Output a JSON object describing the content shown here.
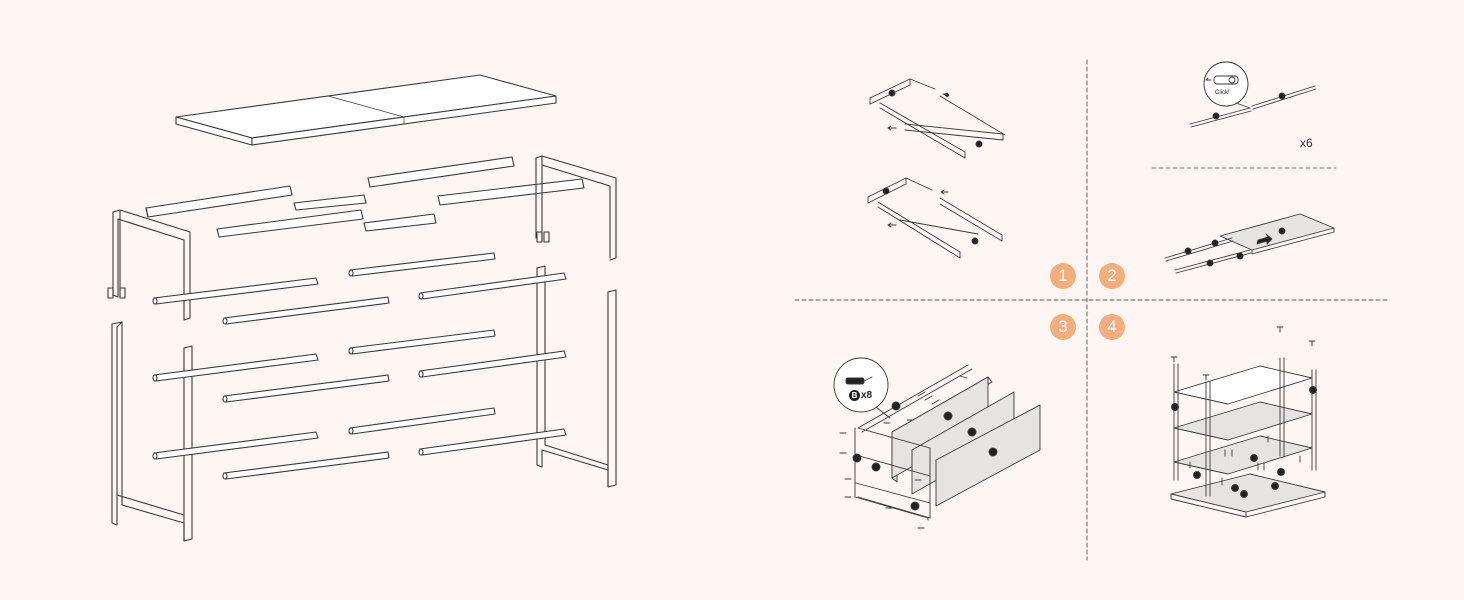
{
  "colors": {
    "background": "#fdf6f2",
    "line": "#3a3a3a",
    "step_badge": "#f4ad7c",
    "panel_fill": "#e6e3e1"
  },
  "steps": [
    {
      "number": "1"
    },
    {
      "number": "2"
    },
    {
      "number": "3"
    },
    {
      "number": "4"
    }
  ],
  "step2": {
    "quantity": "x6",
    "callout_label": "Click!"
  },
  "step3": {
    "hardware_id": "B",
    "hardware_qty": "x8"
  }
}
